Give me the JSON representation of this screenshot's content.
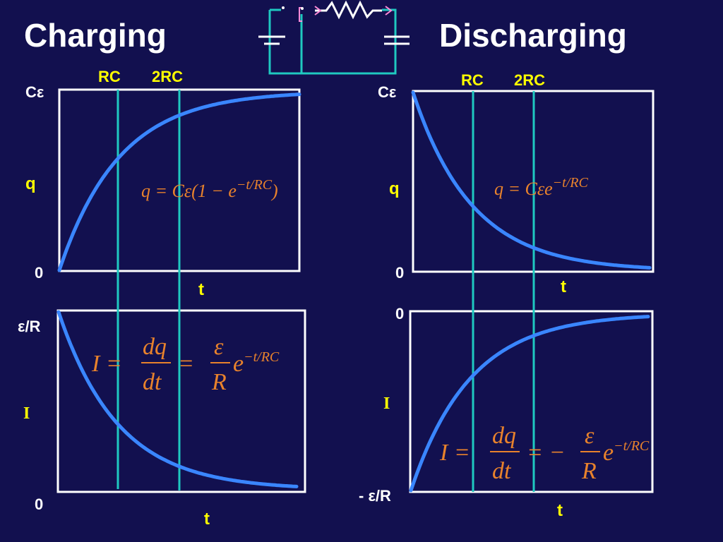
{
  "headings": {
    "charging": "Charging",
    "discharging": "Discharging"
  },
  "colors": {
    "background": "#12104f",
    "curve": "#3a86ff",
    "marker": "#1fc9c0",
    "frame": "#ffffff",
    "equation": "#e8822c",
    "label": "#ffff00"
  },
  "markers": {
    "rc": "RC",
    "two_rc": "2RC"
  },
  "equations": {
    "charge_q": "q = Cε(1 − e^(−t/RC))",
    "discharge_q": "q = Cεe^(−t/RC)",
    "charge_i": "I = dq/dt = (ε/R) e^(−t/RC)",
    "discharge_i": "I = dq/dt = −(ε/R) e^(−t/RC)"
  },
  "chart_data": [
    {
      "type": "line",
      "panel": "charging-charge",
      "function": "1 - exp(-t/RC)",
      "xlabel": "t",
      "ylabel": "q",
      "ytick_labels": [
        "Cε",
        "0"
      ],
      "x_range_rc": [
        0,
        4
      ],
      "y_range": [
        0,
        1
      ],
      "markers_rc": [
        1,
        2
      ],
      "x": [
        0,
        0.5,
        1,
        1.5,
        2,
        2.5,
        3,
        3.5,
        4
      ],
      "y": [
        0,
        0.39,
        0.63,
        0.78,
        0.86,
        0.92,
        0.95,
        0.97,
        0.98
      ]
    },
    {
      "type": "line",
      "panel": "discharging-charge",
      "function": "exp(-t/RC)",
      "xlabel": "t",
      "ylabel": "q",
      "ytick_labels": [
        "Cε",
        "0"
      ],
      "x_range_rc": [
        0,
        4
      ],
      "y_range": [
        0,
        1
      ],
      "markers_rc": [
        1,
        2
      ],
      "x": [
        0,
        0.5,
        1,
        1.5,
        2,
        2.5,
        3,
        3.5,
        4
      ],
      "y": [
        1,
        0.61,
        0.37,
        0.22,
        0.14,
        0.08,
        0.05,
        0.03,
        0.02
      ]
    },
    {
      "type": "line",
      "panel": "charging-current",
      "function": "exp(-t/RC)",
      "xlabel": "t",
      "ylabel": "I",
      "ytick_labels": [
        "ε/R",
        "0"
      ],
      "x_range_rc": [
        0,
        4
      ],
      "y_range": [
        0,
        1
      ],
      "markers_rc": [
        1,
        2
      ],
      "x": [
        0,
        0.5,
        1,
        1.5,
        2,
        2.5,
        3,
        3.5,
        4
      ],
      "y": [
        1,
        0.61,
        0.37,
        0.22,
        0.14,
        0.08,
        0.05,
        0.03,
        0.02
      ]
    },
    {
      "type": "line",
      "panel": "discharging-current",
      "function": "-exp(-t/RC)",
      "xlabel": "t",
      "ylabel": "I",
      "ytick_labels": [
        "0",
        "- ε/R"
      ],
      "x_range_rc": [
        0,
        4
      ],
      "y_range": [
        -1,
        0
      ],
      "markers_rc": [
        1,
        2
      ],
      "x": [
        0,
        0.5,
        1,
        1.5,
        2,
        2.5,
        3,
        3.5,
        4
      ],
      "y": [
        -1,
        -0.61,
        -0.37,
        -0.22,
        -0.14,
        -0.08,
        -0.05,
        -0.03,
        -0.02
      ]
    }
  ]
}
